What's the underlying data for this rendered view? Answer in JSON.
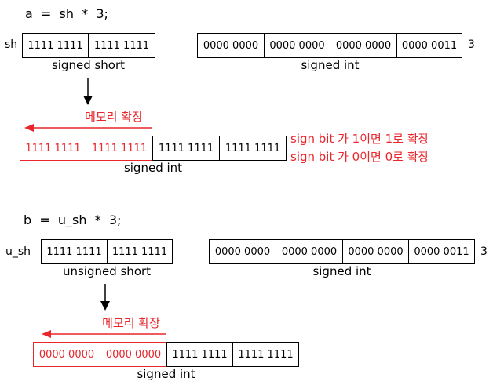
{
  "colors": {
    "text": "#000000",
    "extension": "#e8262c",
    "background": "#ffffff"
  },
  "section_a": {
    "code": "a  =  sh  *  3;",
    "short_var": "sh",
    "short_cells": [
      "1111 1111",
      "1111 1111"
    ],
    "short_label": "signed  short",
    "int3_cells": [
      "0000 0000",
      "0000 0000",
      "0000 0000",
      "0000 0011"
    ],
    "int3_side": "3",
    "int3_label": "signed  int",
    "ext_label": "메모리  확장",
    "result_cells": [
      "1111 1111",
      "1111 1111",
      "1111 1111",
      "1111 1111"
    ],
    "result_extension_cells": 2,
    "result_label": "signed  int",
    "notes": [
      "sign  bit  가  1이면  1로  확장",
      "sign  bit  가  0이면  0로  확장"
    ]
  },
  "section_b": {
    "code": "b  =  u_sh  *  3;",
    "short_var": "u_sh",
    "short_cells": [
      "1111 1111",
      "1111 1111"
    ],
    "short_label": "unsigned  short",
    "int3_cells": [
      "0000 0000",
      "0000 0000",
      "0000 0000",
      "0000 0011"
    ],
    "int3_side": "3",
    "int3_label": "signed  int",
    "ext_label": "메모리  확장",
    "result_cells": [
      "0000 0000",
      "0000 0000",
      "1111 1111",
      "1111 1111"
    ],
    "result_extension_cells": 2,
    "result_label": "signed  int"
  }
}
